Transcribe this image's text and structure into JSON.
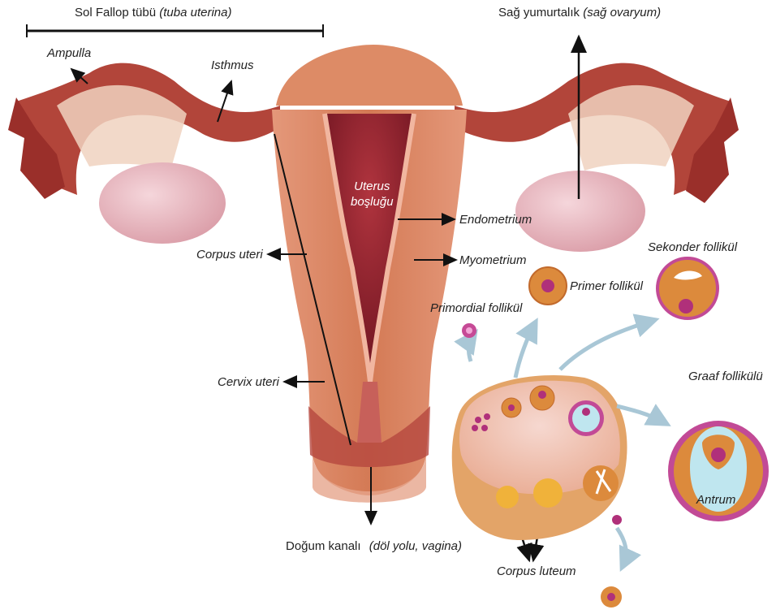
{
  "labels": {
    "fallop_main": "Sol Fallop tübü",
    "fallop_latin": "(tuba uterina)",
    "ovary_main": "Sağ yumurtalık",
    "ovary_latin": "(sağ ovaryum)",
    "ampulla": "Ampulla",
    "isthmus": "Isthmus",
    "uterus_cavity_1": "Uterus",
    "uterus_cavity_2": "boşluğu",
    "endometrium": "Endometrium",
    "myometrium": "Myometrium",
    "corpus_uteri": "Corpus uteri",
    "cervix_uteri": "Cervix uteri",
    "birth_canal_main": "Doğum kanalı",
    "birth_canal_latin": "(döl yolu, vagina)",
    "primordial": "Primordial follikül",
    "primer": "Primer follikül",
    "sekonder": "Sekonder follikül",
    "graaf": "Graaf follikülü",
    "antrum": "Antrum",
    "corpus_luteum": "Corpus luteum"
  },
  "colors": {
    "muscle": "#d9825c",
    "muscle_dark": "#b85a3c",
    "cavity": "#8e1f2c",
    "tube": "#a63a2e",
    "ovary": "#e6b6bd",
    "follicle_orange": "#dc8a3c",
    "follicle_nucleus": "#b0307a",
    "antrum_blue": "#bfe6ef",
    "graaf_rim": "#c24a96",
    "arrow": "#111111",
    "flow_arrow": "#a9c7d6"
  }
}
